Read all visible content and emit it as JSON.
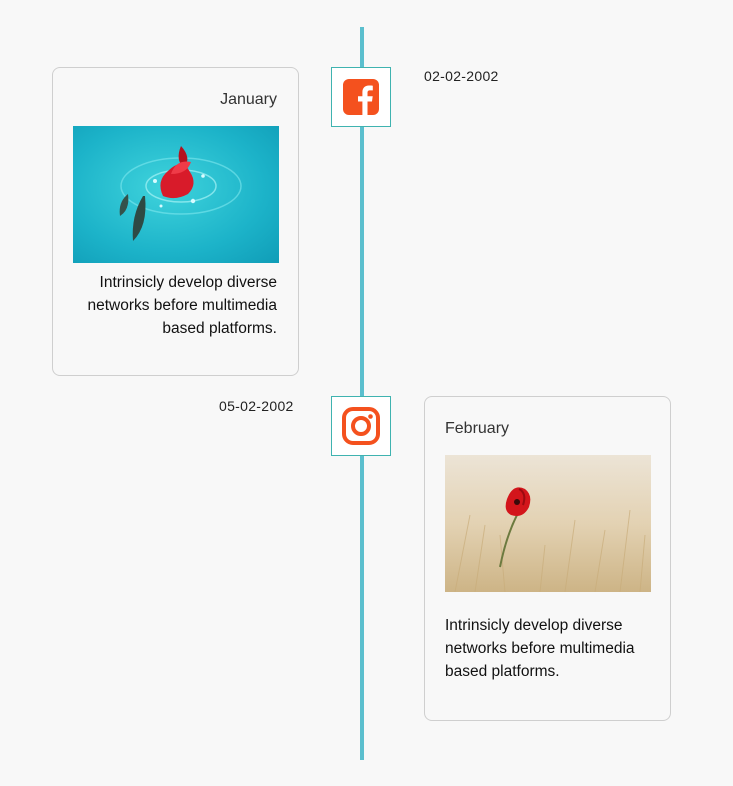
{
  "timeline": {
    "entries": [
      {
        "date": "02-02-2002",
        "icon": "facebook-icon",
        "title": "January",
        "text": "Intrinsicly develop diverse networks before multimedia based platforms.",
        "image": "red flower floating in turquoise water"
      },
      {
        "date": "05-02-2002",
        "icon": "instagram-icon",
        "title": "February",
        "text": "Intrinsicly develop diverse networks before multimedia based platforms.",
        "image": "red poppy in golden wheat field"
      }
    ]
  },
  "colors": {
    "line": "#5bbfce",
    "icon_border": "#3fb3b0",
    "icon": "#f4511e",
    "background": "#f8f8f8"
  }
}
